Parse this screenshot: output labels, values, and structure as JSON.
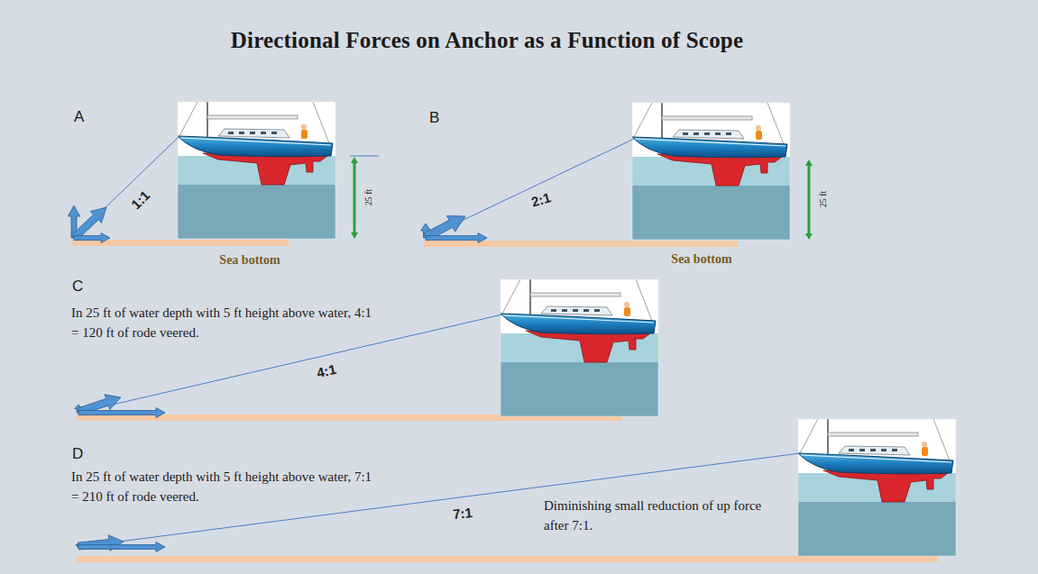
{
  "diagram": {
    "title": "Directional Forces on Anchor as a Function of Scope",
    "labels": [
      "A",
      "1:1",
      "25 ft",
      "Sea bottom",
      "B",
      "2:1",
      "25 ft",
      "Sea bottom",
      "C",
      "In 25 ft of water depth with 5 ft height above water, 4:1 = 120 ft of rode veered.",
      "4:1",
      "D",
      "In 25 ft of water depth with 5 ft height above water, 7:1 = 210 ft of rode veered.",
      "7:1",
      "Diminishing small reduction of up force after 7:1."
    ]
  }
}
